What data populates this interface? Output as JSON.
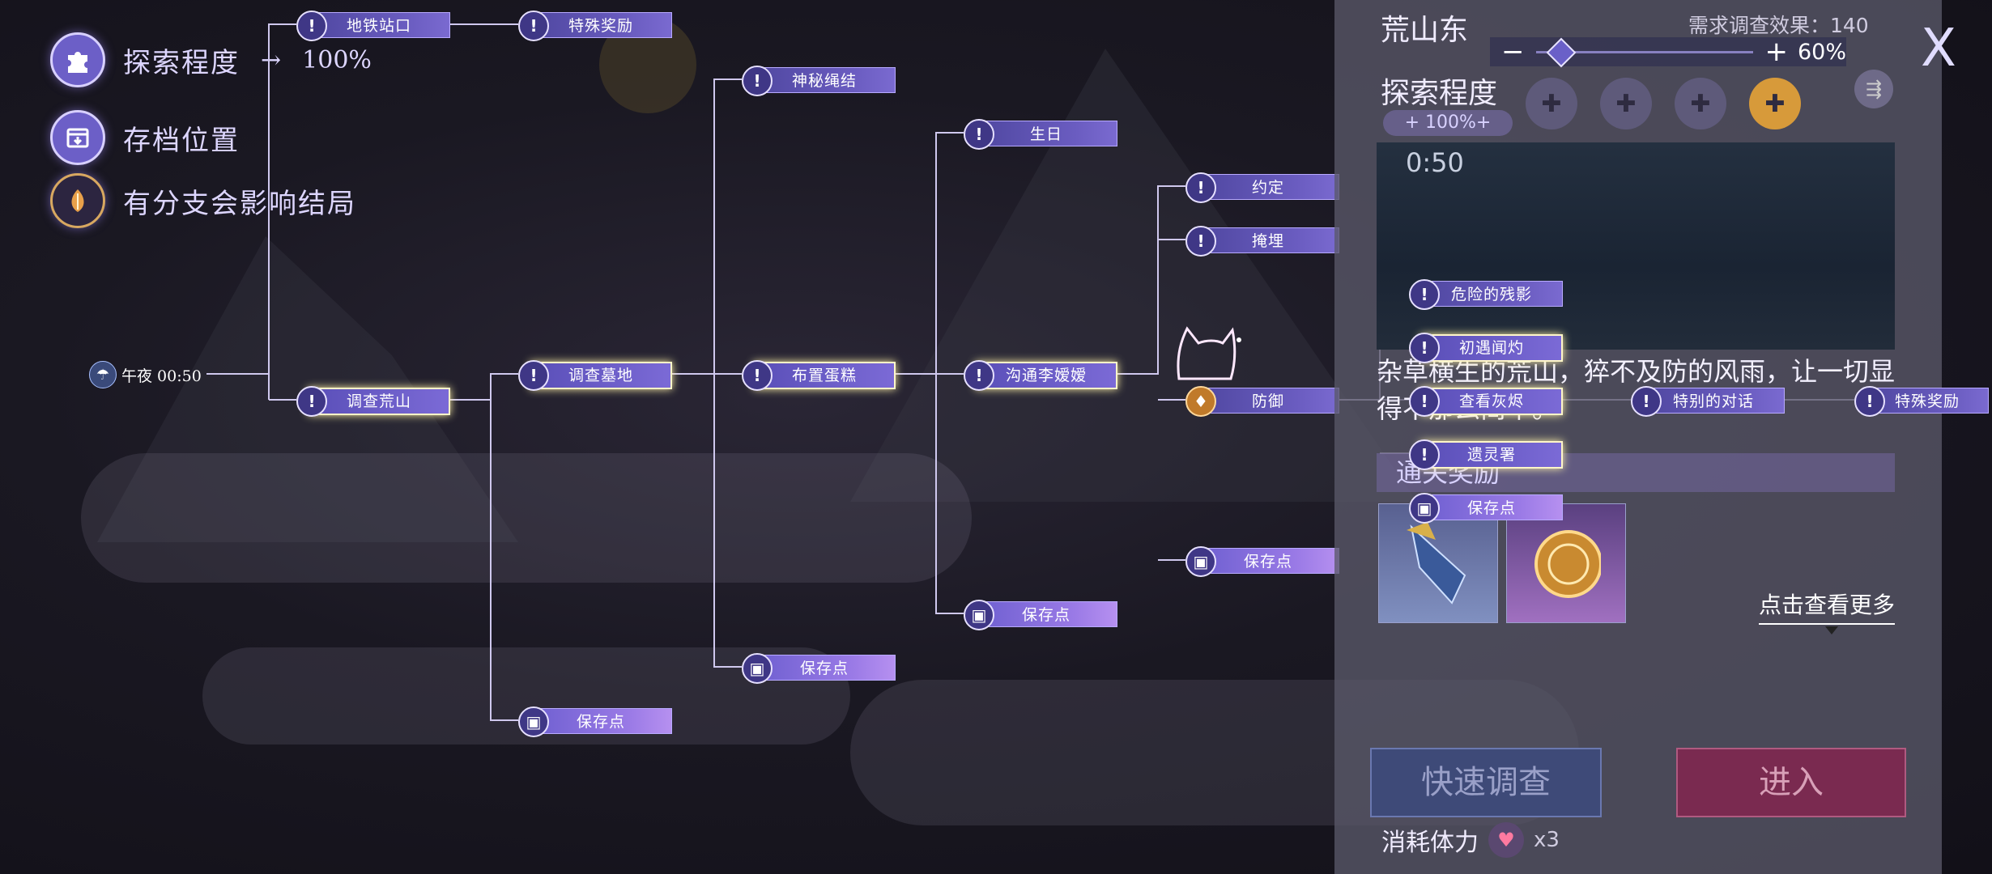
{
  "legend": {
    "explore_label": "探索程度",
    "explore_arrow": "→",
    "explore_value": "100%",
    "archive_label": "存档位置",
    "branch_label": "有分支会影响结局"
  },
  "start_node": {
    "label": "午夜 00:50"
  },
  "nodes": [
    {
      "id": "n1",
      "label": "地铁站口",
      "kind": "event"
    },
    {
      "id": "n2",
      "label": "特殊奖励",
      "kind": "event"
    },
    {
      "id": "n3",
      "label": "调查荒山",
      "kind": "event",
      "active": true
    },
    {
      "id": "n4",
      "label": "调查墓地",
      "kind": "event",
      "active": true
    },
    {
      "id": "n5",
      "label": "保存点",
      "kind": "save"
    },
    {
      "id": "n6",
      "label": "神秘绳结",
      "kind": "event"
    },
    {
      "id": "n7",
      "label": "布置蛋糕",
      "kind": "event",
      "active": true
    },
    {
      "id": "n8",
      "label": "保存点",
      "kind": "save"
    },
    {
      "id": "n9",
      "label": "生日",
      "kind": "event"
    },
    {
      "id": "n10",
      "label": "沟通李嫒嫒",
      "kind": "event",
      "active": true
    },
    {
      "id": "n11",
      "label": "保存点",
      "kind": "save"
    },
    {
      "id": "n12",
      "label": "约定",
      "kind": "event"
    },
    {
      "id": "n13",
      "label": "掩埋",
      "kind": "event"
    },
    {
      "id": "n14",
      "label": "防御",
      "kind": "branch"
    },
    {
      "id": "n15",
      "label": "保存点",
      "kind": "save"
    },
    {
      "id": "n16",
      "label": "危险的残影",
      "kind": "event"
    },
    {
      "id": "n17",
      "label": "初遇闻灼",
      "kind": "event",
      "active": true
    },
    {
      "id": "n18",
      "label": "查看灰烬",
      "kind": "event",
      "active": true
    },
    {
      "id": "n19",
      "label": "遗灵署",
      "kind": "event",
      "active": true
    },
    {
      "id": "n20",
      "label": "保存点",
      "kind": "save"
    },
    {
      "id": "n21",
      "label": "特别的对话",
      "kind": "event"
    },
    {
      "id": "n22",
      "label": "特殊奖励",
      "kind": "event"
    }
  ],
  "panel": {
    "title": "荒山东",
    "requirement": "需求调查效果：140",
    "zoom": {
      "minus": "−",
      "plus": "+",
      "value": "60%",
      "level": 0.07
    },
    "close": "X",
    "explore_title": "探索程度",
    "explore_badge": "+ 100%+",
    "video_time": "0:50",
    "description": "杂草横生的荒山，猝不及防的风雨，让一切显得不那么简单。",
    "rewards_header": "通关奖励",
    "more_link": "点击查看更多",
    "quick_button": "快速调查",
    "enter_button": "进入",
    "stamina_label": "消耗体力",
    "stamina_cost": "x3"
  },
  "colors": {
    "accent": "#6a5cc0",
    "active_border": "#fff6c8",
    "save_fill": "#9a7ae6",
    "branch_gold": "#c07a2a"
  },
  "icons": {
    "explore": "puzzle-icon",
    "archive": "archive-box-icon",
    "branch": "flame-leaf-icon",
    "start": "night-rain-icon"
  }
}
